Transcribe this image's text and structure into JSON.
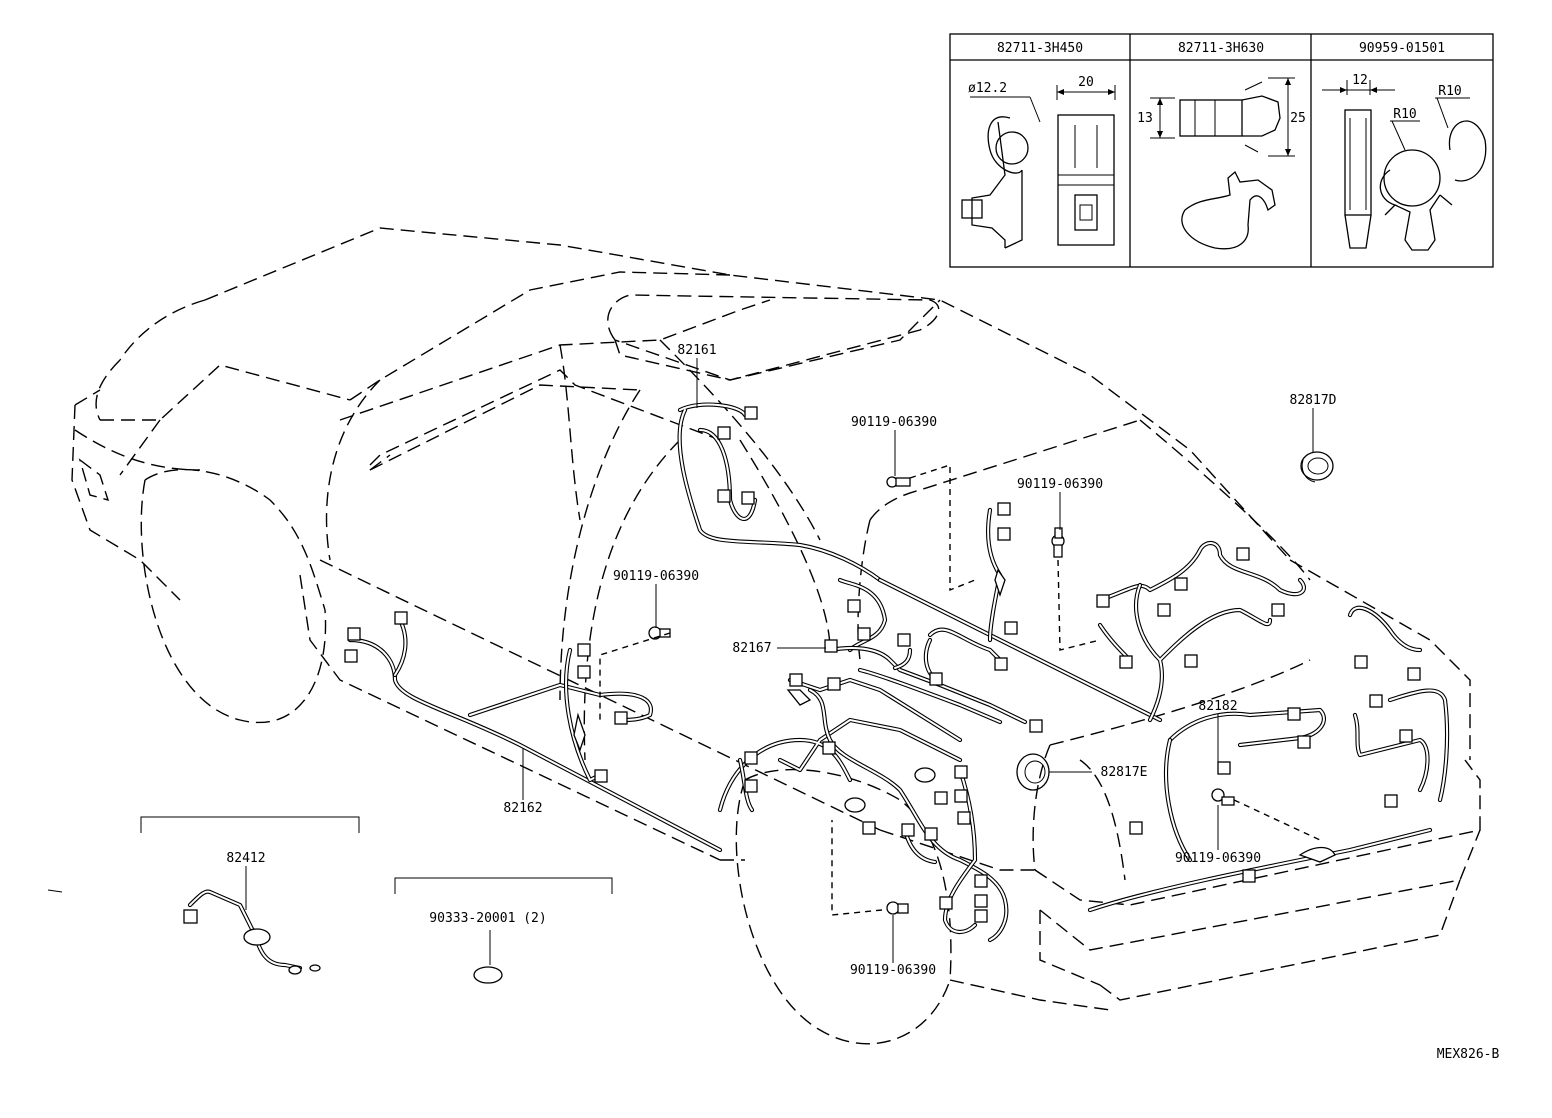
{
  "diagram": {
    "code": "MEX826-B"
  },
  "clips_table": {
    "headers": [
      "82711-3H450",
      "82711-3H630",
      "90959-01501"
    ],
    "dims": {
      "clip_a": [
        "ø12.2",
        "20"
      ],
      "clip_b": [
        "13",
        "25"
      ],
      "clip_c": [
        "12",
        "R10",
        "R10"
      ]
    }
  },
  "callouts": {
    "82161": "82161",
    "82167": "82167",
    "82162": "82162",
    "82182": "82182",
    "82817D": "82817D",
    "82817E": "82817E",
    "82412": "82412",
    "bolt_1": "90119-06390",
    "bolt_2": "90119-06390",
    "bolt_3": "90119-06390",
    "bolt_4": "90119-06390",
    "bolt_5": "90119-06390",
    "plug": "90333-20001 (2)"
  }
}
